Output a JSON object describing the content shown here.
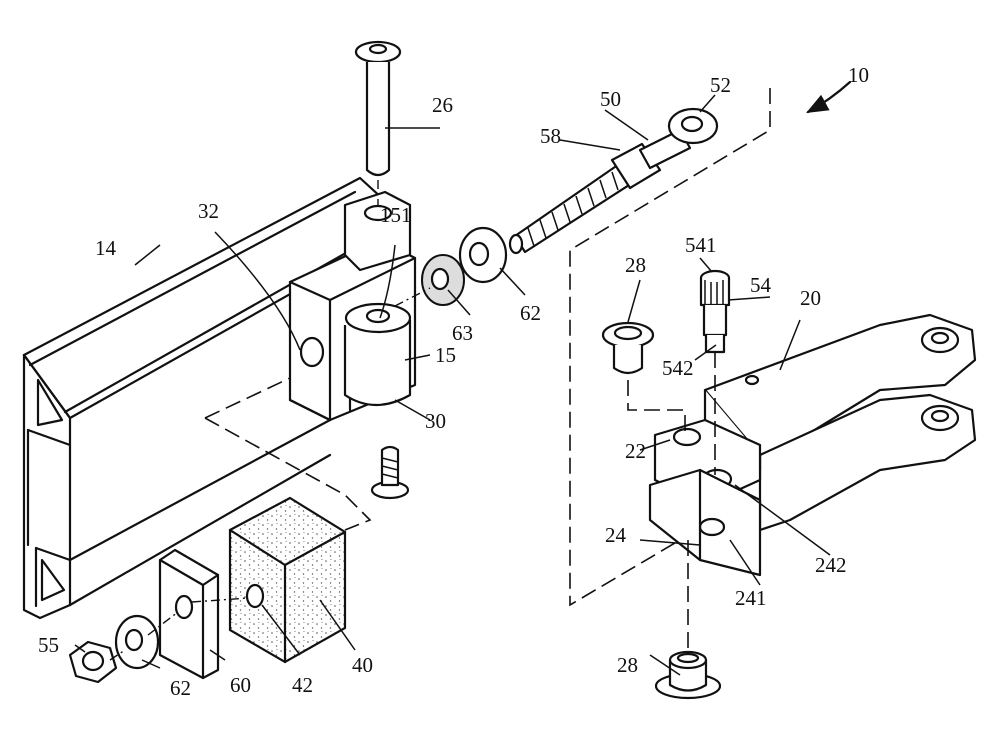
{
  "labels": {
    "l10": "10",
    "l14": "14",
    "l15": "15",
    "l151": "151",
    "l20": "20",
    "l22": "22",
    "l24": "24",
    "l241": "241",
    "l242": "242",
    "l26": "26",
    "l28a": "28",
    "l28b": "28",
    "l30": "30",
    "l32": "32",
    "l40": "40",
    "l42": "42",
    "l50": "50",
    "l52": "52",
    "l54": "54",
    "l541": "541",
    "l542": "542",
    "l55": "55",
    "l58": "58",
    "l60": "60",
    "l62a": "62",
    "l62b": "62",
    "l63": "63"
  },
  "colors": {
    "line": "#111111",
    "background": "#ffffff",
    "foam_dots": "#555555"
  }
}
